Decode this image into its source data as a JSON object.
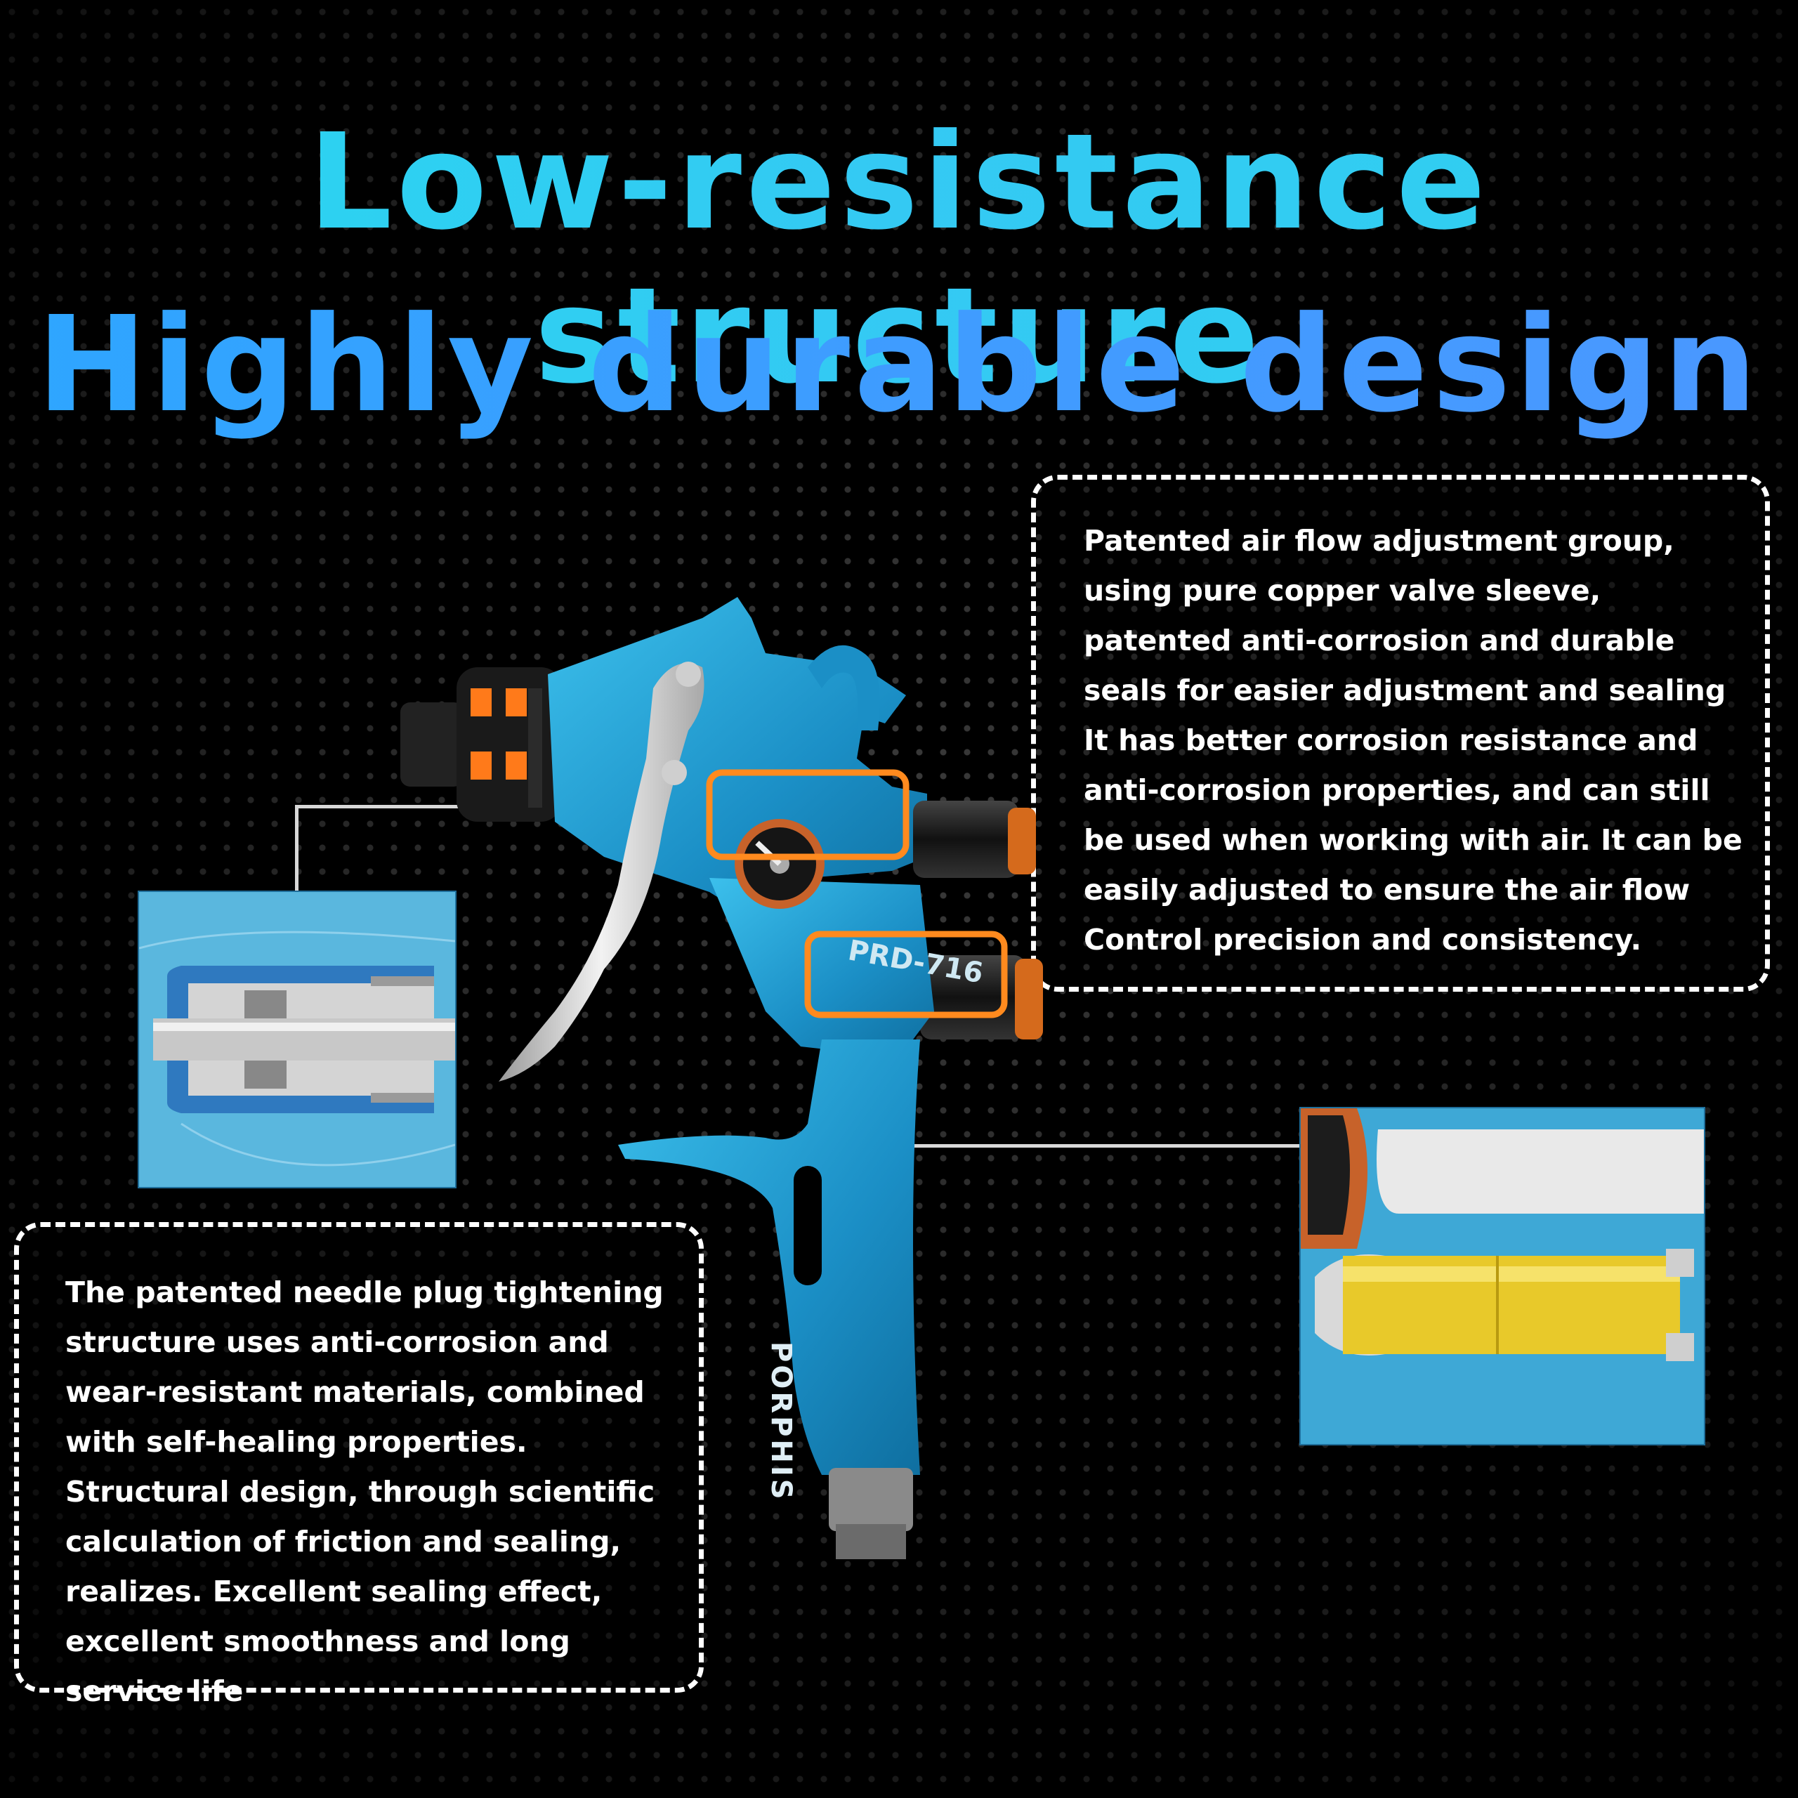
{
  "headline": {
    "line1": "Low-resistance structure",
    "line2": "Highly durable design"
  },
  "callouts": {
    "air_flow": {
      "text": "Patented air flow adjustment group, using pure copper valve sleeve, patented anti-corrosion and durable seals for easier adjustment and sealing It has better corrosion resistance and anti-corrosion properties, and can still be used when working with air. It can be easily adjusted to ensure the air flow Control precision and consistency."
    },
    "needle_plug": {
      "text": "The patented needle plug tightening structure uses anti-corrosion and wear-resistant materials, combined with self-healing properties. Structural design, through scientific calculation of friction and sealing, realizes. Excellent sealing effect, excellent smoothness and long service life"
    }
  },
  "product": {
    "model": "PRD-716",
    "brand": "PORPHIS"
  },
  "colors": {
    "background": "#000000",
    "headline_line1": "#2fd0f0",
    "headline_line2": "#3f9cff",
    "gun_body": "#1e9ad0",
    "highlight_frame": "#ff8a1e",
    "callout_border": "#ffffff"
  }
}
